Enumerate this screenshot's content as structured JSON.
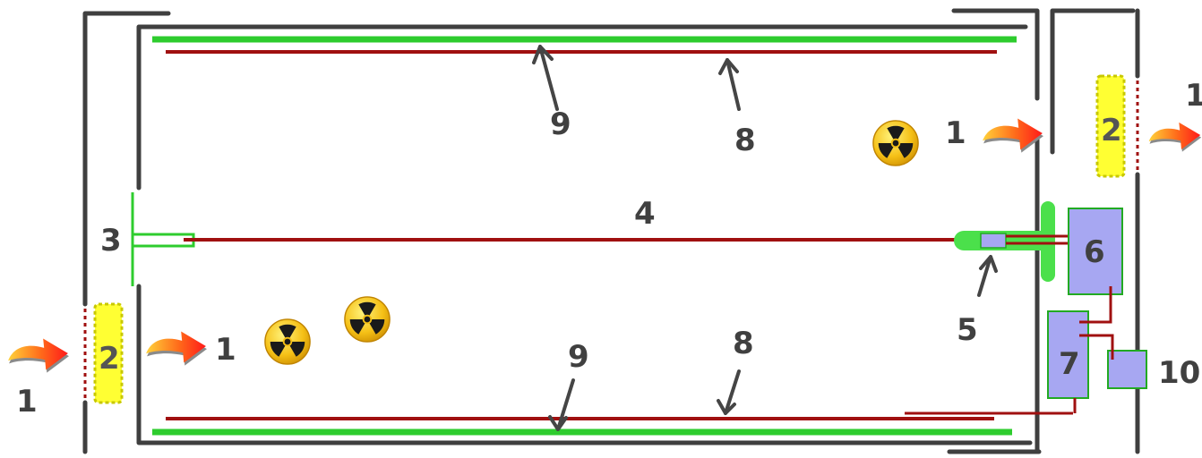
{
  "labels": {
    "gas": "1",
    "filter": "2",
    "anode_mount": "3",
    "anode_wire": "4",
    "readout": "5",
    "unit6": "6",
    "unit7": "7",
    "cathode": "8",
    "electrode": "9",
    "unit10": "10"
  },
  "icons": [
    "gas-flow-arrow-icon",
    "radiation-icon"
  ],
  "colors": {
    "wall": "#3f3f3f",
    "wire": "#a01010",
    "electrode": "#2ecc2e",
    "filter": "#ffff33",
    "box": "#a7a7f2",
    "arrow_start": "#ffcc33",
    "arrow_end": "#ff1a1a"
  }
}
